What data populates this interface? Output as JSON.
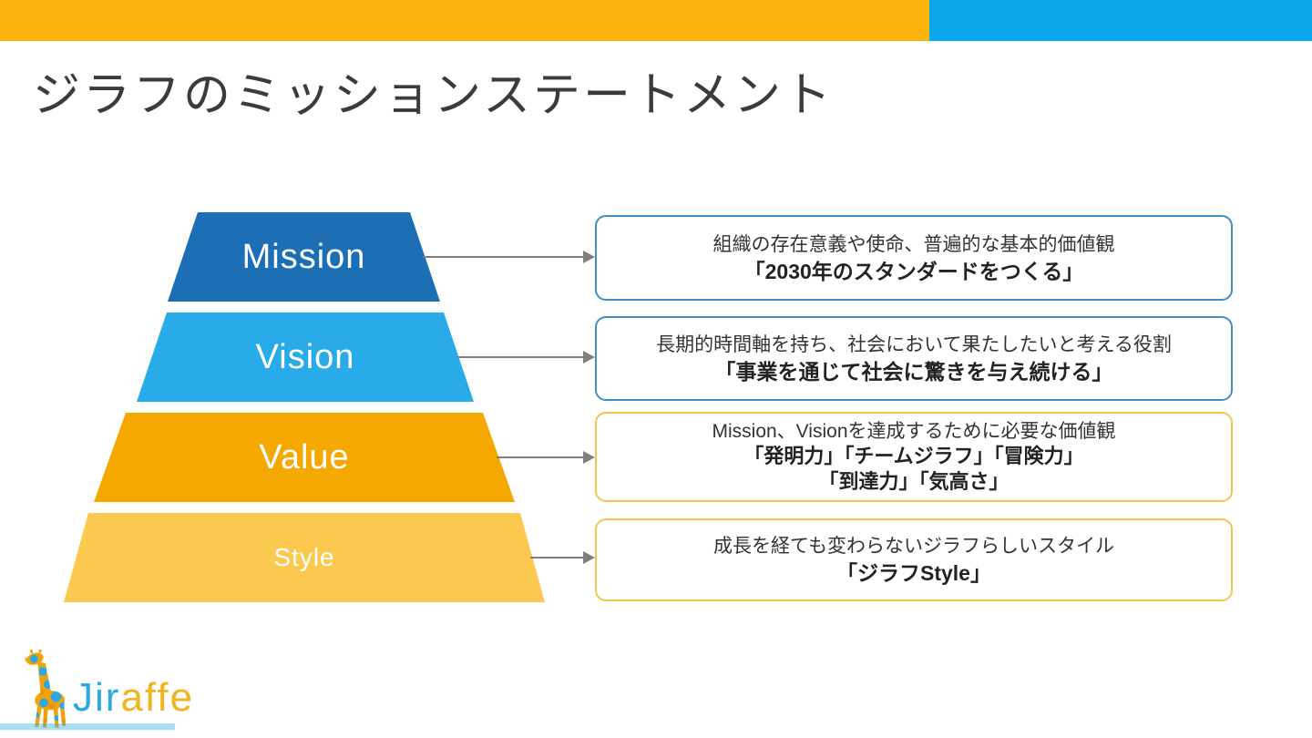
{
  "slide": {
    "title": "ジラフのミッションステートメント"
  },
  "colors": {
    "top_bar_yellow": "#FBB40E",
    "top_bar_blue": "#0AA7EB",
    "mission_fill": "#1C6FB5",
    "vision_fill": "#29ABE9",
    "value_fill": "#F5A800",
    "style_fill": "#FBC94F",
    "box_border_blue": "#3E8EC8",
    "box_border_gold": "#EFC84B",
    "arrow_gray": "#7F7F7F",
    "title_text": "#3B3B3B"
  },
  "pyramid": {
    "levels": [
      {
        "label": "Mission",
        "desc": {
          "line1": "組織の存在意義や使命、普遍的な基本的価値観",
          "line2": "「2030年のスタンダードをつくる」"
        }
      },
      {
        "label": "Vision",
        "desc": {
          "line1": "長期的時間軸を持ち、社会において果たしたいと考える役割",
          "line2": "「事業を通じて社会に驚きを与え続ける」"
        }
      },
      {
        "label": "Value",
        "desc": {
          "line1": "Mission、Visionを達成するために必要な価値観",
          "line2": "「発明力」「チームジラフ」「冒険力」",
          "line3": "「到達力」「気高さ」"
        }
      },
      {
        "label": "Style",
        "desc": {
          "line1": "成長を経ても変わらないジラフらしいスタイル",
          "line2": "「ジラフStyle」"
        }
      }
    ]
  },
  "logo": {
    "text_blue": "Jir",
    "text_yellow": "affe"
  }
}
